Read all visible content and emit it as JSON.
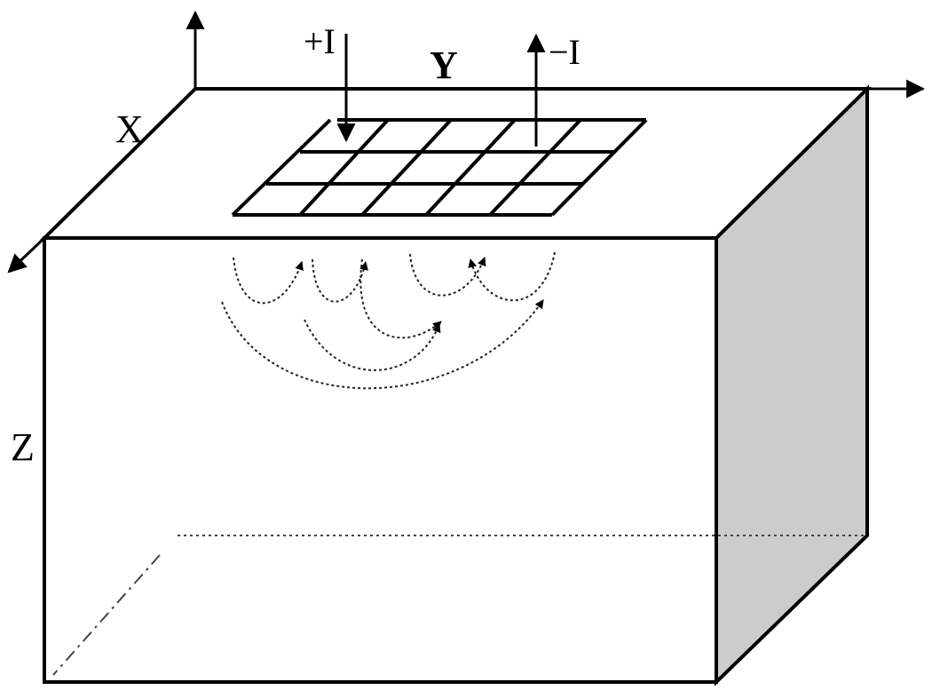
{
  "labels": {
    "x_axis": "X",
    "y_axis": "Y",
    "z_axis": "Z",
    "positive_current": "+I",
    "negative_current": "−I"
  },
  "colors": {
    "side_face": "#cccccc",
    "line": "#000000"
  }
}
